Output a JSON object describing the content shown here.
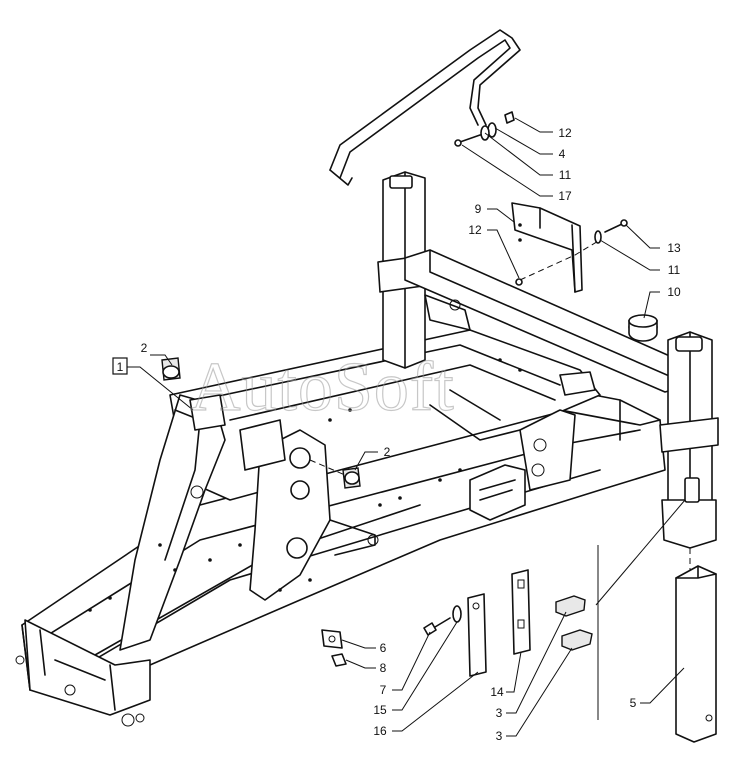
{
  "watermark": "AutoSoft",
  "callouts": {
    "boxed": "1",
    "c2a": "2",
    "c2b": "2",
    "c12a": "12",
    "c4": "4",
    "c11a": "11",
    "c17": "17",
    "c9": "9",
    "c12b": "12",
    "c13": "13",
    "c11b": "11",
    "c10": "10",
    "c6": "6",
    "c8": "8",
    "c7": "7",
    "c15": "15",
    "c16": "16",
    "c14": "14",
    "c3a": "3",
    "c3b": "3",
    "c5": "5"
  }
}
